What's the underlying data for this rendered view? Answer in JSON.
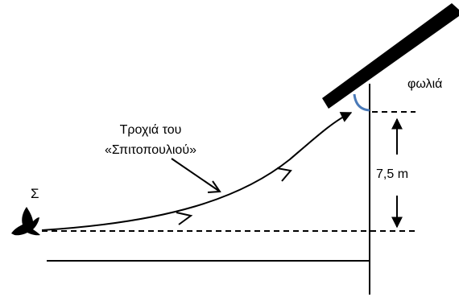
{
  "labels": {
    "point": "Σ",
    "nest": "φωλιά",
    "trajectory_line1": "Τροχιά του",
    "trajectory_line2": "«Σπιτοπουλιού»",
    "height": "7,5 m"
  },
  "icons": {
    "bird": "bird-silhouette-icon"
  },
  "colors": {
    "ink": "#000000",
    "arc": "#4a7ab8"
  }
}
